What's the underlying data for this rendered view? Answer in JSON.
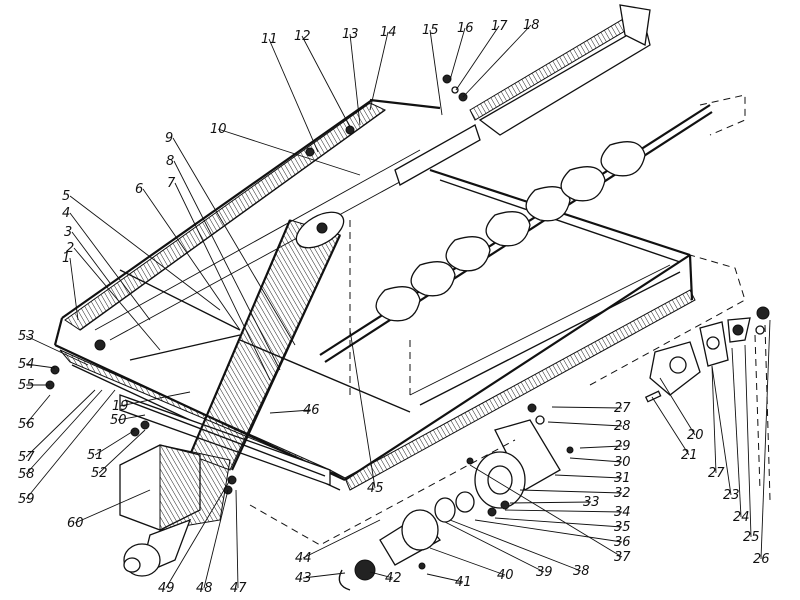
{
  "diagram": {
    "type": "exploded-parts-view",
    "subject": "auger header frame assembly",
    "callouts": [
      {
        "id": "1",
        "text": "1"
      },
      {
        "id": "2",
        "text": "2"
      },
      {
        "id": "3",
        "text": "3"
      },
      {
        "id": "4",
        "text": "4"
      },
      {
        "id": "5",
        "text": "5"
      },
      {
        "id": "6",
        "text": "6"
      },
      {
        "id": "7",
        "text": "7"
      },
      {
        "id": "8",
        "text": "8"
      },
      {
        "id": "9",
        "text": "9"
      },
      {
        "id": "10",
        "text": "10"
      },
      {
        "id": "11",
        "text": "11"
      },
      {
        "id": "12",
        "text": "12"
      },
      {
        "id": "13",
        "text": "13"
      },
      {
        "id": "14",
        "text": "14"
      },
      {
        "id": "15",
        "text": "15"
      },
      {
        "id": "16",
        "text": "16"
      },
      {
        "id": "17",
        "text": "17"
      },
      {
        "id": "18",
        "text": "18"
      },
      {
        "id": "19",
        "text": "19"
      },
      {
        "id": "20",
        "text": "20"
      },
      {
        "id": "21",
        "text": "21"
      },
      {
        "id": "23",
        "text": "23"
      },
      {
        "id": "24",
        "text": "24"
      },
      {
        "id": "25",
        "text": "25"
      },
      {
        "id": "26",
        "text": "26"
      },
      {
        "id": "27a",
        "text": "27"
      },
      {
        "id": "27b",
        "text": "27"
      },
      {
        "id": "28",
        "text": "28"
      },
      {
        "id": "29",
        "text": "29"
      },
      {
        "id": "30",
        "text": "30"
      },
      {
        "id": "31",
        "text": "31"
      },
      {
        "id": "32",
        "text": "32"
      },
      {
        "id": "33",
        "text": "33"
      },
      {
        "id": "34",
        "text": "34"
      },
      {
        "id": "35",
        "text": "35"
      },
      {
        "id": "36",
        "text": "36"
      },
      {
        "id": "37",
        "text": "37"
      },
      {
        "id": "38",
        "text": "38"
      },
      {
        "id": "39",
        "text": "39"
      },
      {
        "id": "40",
        "text": "40"
      },
      {
        "id": "41",
        "text": "41"
      },
      {
        "id": "42",
        "text": "42"
      },
      {
        "id": "43",
        "text": "43"
      },
      {
        "id": "44",
        "text": "44"
      },
      {
        "id": "45",
        "text": "45"
      },
      {
        "id": "46",
        "text": "46"
      },
      {
        "id": "47",
        "text": "47"
      },
      {
        "id": "48",
        "text": "48"
      },
      {
        "id": "49",
        "text": "49"
      },
      {
        "id": "50",
        "text": "50"
      },
      {
        "id": "51",
        "text": "51"
      },
      {
        "id": "52",
        "text": "52"
      },
      {
        "id": "53",
        "text": "53"
      },
      {
        "id": "54",
        "text": "54"
      },
      {
        "id": "55",
        "text": "55"
      },
      {
        "id": "56",
        "text": "56"
      },
      {
        "id": "57",
        "text": "57"
      },
      {
        "id": "58",
        "text": "58"
      },
      {
        "id": "59",
        "text": "59"
      },
      {
        "id": "60",
        "text": "60"
      }
    ]
  }
}
